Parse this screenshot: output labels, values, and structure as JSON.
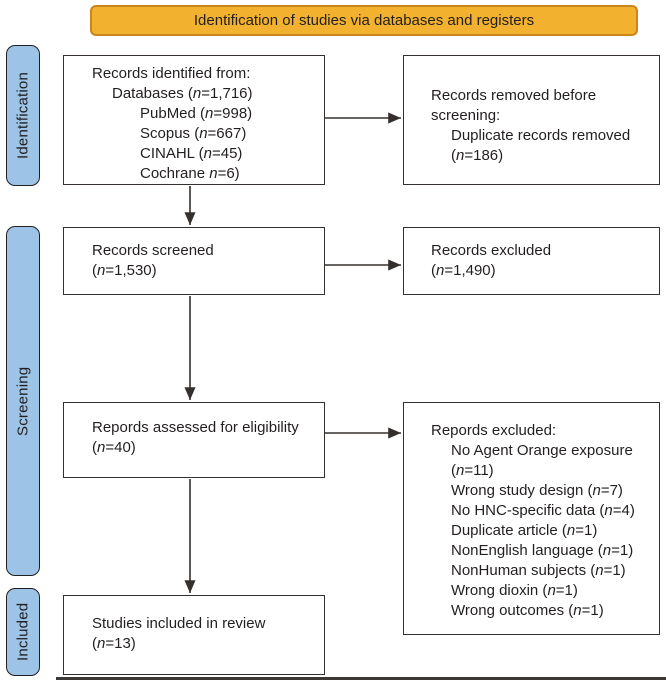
{
  "banner": {
    "label": "Identification of studies via databases and registers"
  },
  "sidebar": {
    "items": [
      {
        "label": "Identification"
      },
      {
        "label": "Screening"
      },
      {
        "label": "Included"
      }
    ]
  },
  "colors": {
    "banner_fill": "#F2B12E",
    "banner_border": "#C9861B",
    "stage_fill": "#9DC3E6",
    "stage_border": "#242021",
    "box_border": "#35302d",
    "arrow": "#35302d",
    "ink": "#231f20"
  },
  "boxes": [
    {
      "name": "records-identified",
      "lines": [
        {
          "t": "Records identified  from:",
          "i": 0
        },
        {
          "t": "Databases  (n=1,716)",
          "i": 1
        },
        {
          "t": "PubMed (n=998)",
          "i": 2
        },
        {
          "t": "Scopus (n=667)",
          "i": 2
        },
        {
          "t": "CINAHL (n=45)",
          "i": 2
        },
        {
          "t": "Cochrane n=6)",
          "i": 2
        }
      ]
    },
    {
      "name": "records-removed",
      "lines": [
        {
          "t": "Records removed before",
          "i": 0
        },
        {
          "t": "screening:",
          "i": 0
        },
        {
          "t": "Duplicate records removed",
          "i": 1
        },
        {
          "t": "(n=186)",
          "i": 1
        }
      ]
    },
    {
      "name": "records-screened",
      "lines": [
        {
          "t": "Records screened",
          "i": 0
        },
        {
          "t": "(n=1,530)",
          "i": 0
        }
      ]
    },
    {
      "name": "records-excluded",
      "lines": [
        {
          "t": "Records excluded",
          "i": 0
        },
        {
          "t": "(n=1,490)",
          "i": 0
        }
      ]
    },
    {
      "name": "reports-assessed",
      "lines": [
        {
          "t": "Repords assessed for eligibility",
          "i": 0
        },
        {
          "t": "(n=40)",
          "i": 0
        }
      ]
    },
    {
      "name": "reports-excluded",
      "lines": [
        {
          "t": "Repords excluded:",
          "i": 0
        },
        {
          "t": "No Agent Orange exposure",
          "i": 1
        },
        {
          "t": "(n=11)",
          "i": 1
        },
        {
          "t": "Wrong study design (n=7)",
          "i": 1
        },
        {
          "t": "No HNC-specific data (n=4)",
          "i": 1
        },
        {
          "t": "Duplicate article (n=1)",
          "i": 1
        },
        {
          "t": "NonEnglish language (n=1)",
          "i": 1
        },
        {
          "t": "NonHuman subjects (n=1)",
          "i": 1
        },
        {
          "t": "Wrong dioxin (n=1)",
          "i": 1
        },
        {
          "t": "Wrong outcomes (n=1)",
          "i": 1
        }
      ]
    },
    {
      "name": "studies-included",
      "lines": [
        {
          "t": "Studies included in review",
          "i": 0
        },
        {
          "t": "(n=13)",
          "i": 0
        }
      ]
    }
  ]
}
